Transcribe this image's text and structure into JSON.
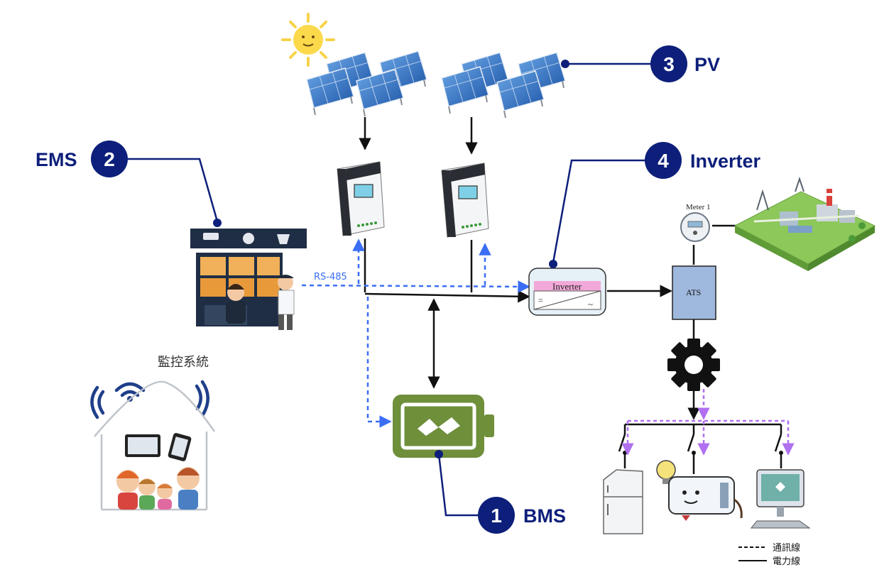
{
  "callouts": {
    "bms": {
      "num": "1",
      "label": "BMS"
    },
    "ems": {
      "num": "2",
      "label": "EMS"
    },
    "pv": {
      "num": "3",
      "label": "PV"
    },
    "inverter": {
      "num": "4",
      "label": "Inverter"
    }
  },
  "labels": {
    "rs485": "RS-485",
    "inverter_box": "Inverter",
    "inverter_dc": "=",
    "inverter_ac": "~",
    "meter": "Meter 1",
    "ats": "ATS",
    "monitoring": "監控系統"
  },
  "legend": {
    "comm_line": "通訊線",
    "power_line": "電力線"
  },
  "colors": {
    "callout_fill": "#0d1f7a",
    "comm_line": "#3b6ef5",
    "load_comm_line": "#b070f0",
    "battery": "#6f8f3b",
    "ats_fill": "#9fb8de",
    "inverter_band": "#f2a8d8",
    "inverter_fill": "#e6f0f7"
  },
  "icons": [
    "sun-icon",
    "solar-panel-icon",
    "charge-controller-icon",
    "cctv-camera-icon",
    "control-room-icon",
    "wifi-icon",
    "tablet-icon",
    "phone-icon",
    "family-icon",
    "battery-icon",
    "electric-meter-icon",
    "power-plant-icon",
    "gear-icon",
    "refrigerator-icon",
    "air-conditioner-icon",
    "light-bulb-icon",
    "computer-monitor-icon"
  ]
}
